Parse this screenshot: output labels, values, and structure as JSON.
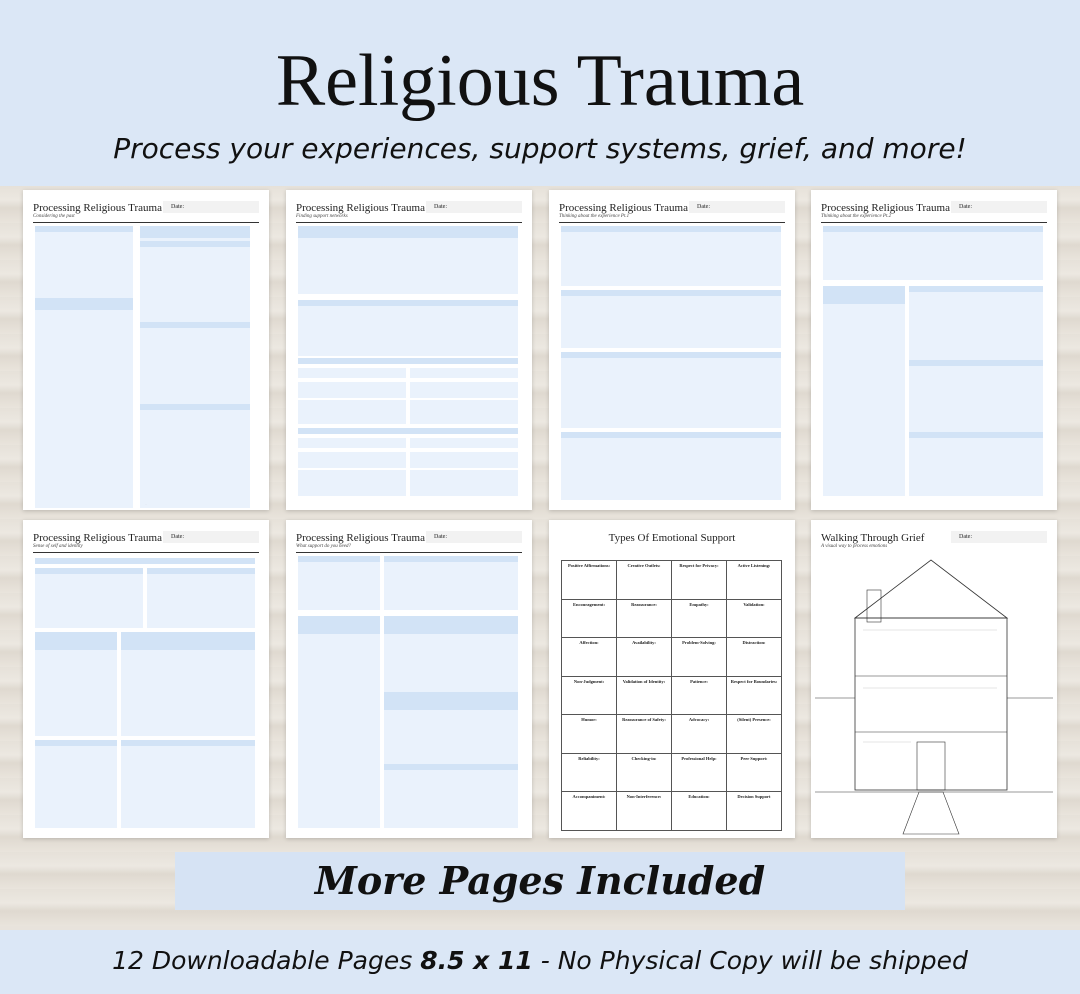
{
  "title": "Religious Trauma",
  "subtitle": "Process your experiences, support systems, grief, and more!",
  "banner": "More Pages Included",
  "footer": {
    "pre": "12 Downloadable Pages ",
    "bold": "8.5 x 11",
    "post": " - No Physical Copy will be shipped"
  },
  "pages": {
    "p1": {
      "heading": "Processing Religious Trauma",
      "sub": "Considering the past",
      "date": "Date:"
    },
    "p2": {
      "heading": "Processing Religious Trauma",
      "sub": "Finding support networks",
      "date": "Date:"
    },
    "p3": {
      "heading": "Processing Religious Trauma",
      "sub": "Thinking about the experience Pt.1",
      "date": "Date:"
    },
    "p4": {
      "heading": "Processing Religious Trauma",
      "sub": "Thinking about the experience Pt.2",
      "date": "Date:"
    },
    "p5": {
      "heading": "Processing Religious Trauma",
      "sub": "Sense of self and identity",
      "date": "Date:"
    },
    "p6": {
      "heading": "Processing Religious Trauma",
      "sub": "What support do you need?",
      "date": "Date:"
    },
    "p7": {
      "heading": "Types Of Emotional Support"
    },
    "p8": {
      "heading": "Walking Through Grief",
      "sub": "A visual way to process emotions",
      "date": "Date:"
    }
  },
  "support_types": [
    [
      "Positive Affirmations:",
      "Creative Outlets:",
      "Respect for Privacy:",
      "Active Listening:"
    ],
    [
      "Encouragement:",
      "Reassurance:",
      "Empathy:",
      "Validation:"
    ],
    [
      "Affection:",
      "Availability:",
      "Problem-Solving:",
      "Distraction:"
    ],
    [
      "Non-Judgment:",
      "Validation of Identity:",
      "Patience:",
      "Respect for Boundaries:"
    ],
    [
      "Humor:",
      "Reassurance of Safety:",
      "Advocacy:",
      "(Silent) Presence:"
    ],
    [
      "Reliability:",
      "Checking-in:",
      "Professional Help:",
      "Peer Support:"
    ],
    [
      "Accompaniment:",
      "Non-Interference:",
      "Education:",
      "Decision Support"
    ]
  ]
}
